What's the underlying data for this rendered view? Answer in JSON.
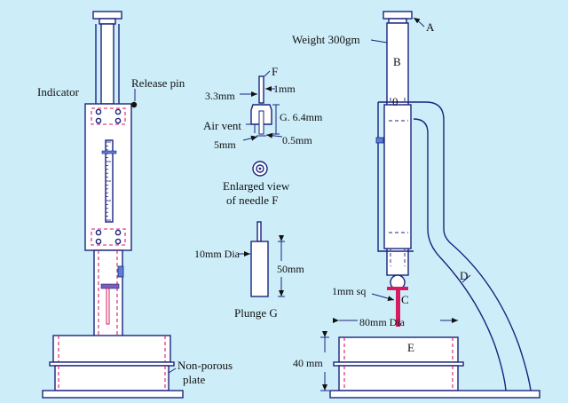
{
  "labels": {
    "indicator": "Indicator",
    "release_pin": "Release pin",
    "non_porous_1": "Non-porous",
    "non_porous_2": "plate",
    "needle_f": "F",
    "dim_3_3": "3.3mm",
    "dim_1": "1mm",
    "air_vent": "Air vent",
    "dim_g": "G. 6.4mm",
    "dim_5": "5mm",
    "dim_0_5": "0.5mm",
    "enlarged_1": "Enlarged view",
    "enlarged_2": "of needle F",
    "dia_10": "10mm Dia",
    "dim_50": "50mm",
    "plunger": "Plunge  G",
    "weight": "Weight 300gm",
    "label_a": "A",
    "label_b": "B",
    "label_0": "0",
    "label_d": "D",
    "sq_1": "1mm sq",
    "label_c": "C",
    "dia_80": "80mm Dia",
    "label_e": "E",
    "dim_40": "40 mm"
  },
  "colors": {
    "background": "#cdeef9",
    "outline": "#1a237e",
    "accent": "#d81b60",
    "white": "#ffffff"
  }
}
